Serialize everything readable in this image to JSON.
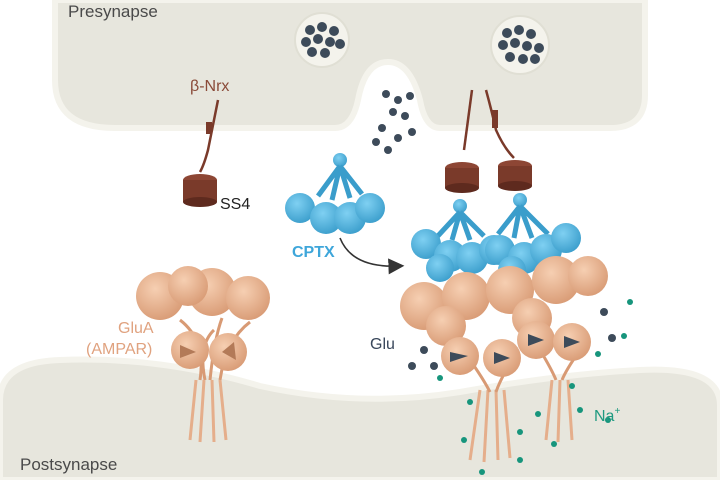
{
  "labels": {
    "presynapse": "Presynapse",
    "postsynapse": "Postsynapse",
    "beta_nrx": "β-Nrx",
    "ss4": "SS4",
    "cptx": "CPTX",
    "glua_line1": "GluA",
    "glua_line2": "(AMPAR)",
    "glu": "Glu",
    "na": "Na",
    "na_charge": "+"
  },
  "colors": {
    "membrane_fill": "#e7e6dd",
    "membrane_edge": "#f3f2ea",
    "vesicle": "#3d4b5a",
    "neurexin": "#7a3a2a",
    "cptx": "#4fb3df",
    "ampar": "#e9b28d",
    "ampar_shadow": "#c98d67",
    "na_ion": "#17957c",
    "text_dark": "#4a4a4a",
    "text_brown": "#8a4a38",
    "text_salmon": "#e0a27f",
    "text_blue": "#3ea6da",
    "text_teal": "#1f9a80",
    "text_navy": "#38465a"
  },
  "icons": [
    "synaptic-vesicle-icon",
    "neurexin-icon",
    "cptx-molecule-icon",
    "ampa-receptor-icon",
    "glutamate-dot-icon",
    "sodium-ion-icon",
    "curved-arrow-icon"
  ]
}
